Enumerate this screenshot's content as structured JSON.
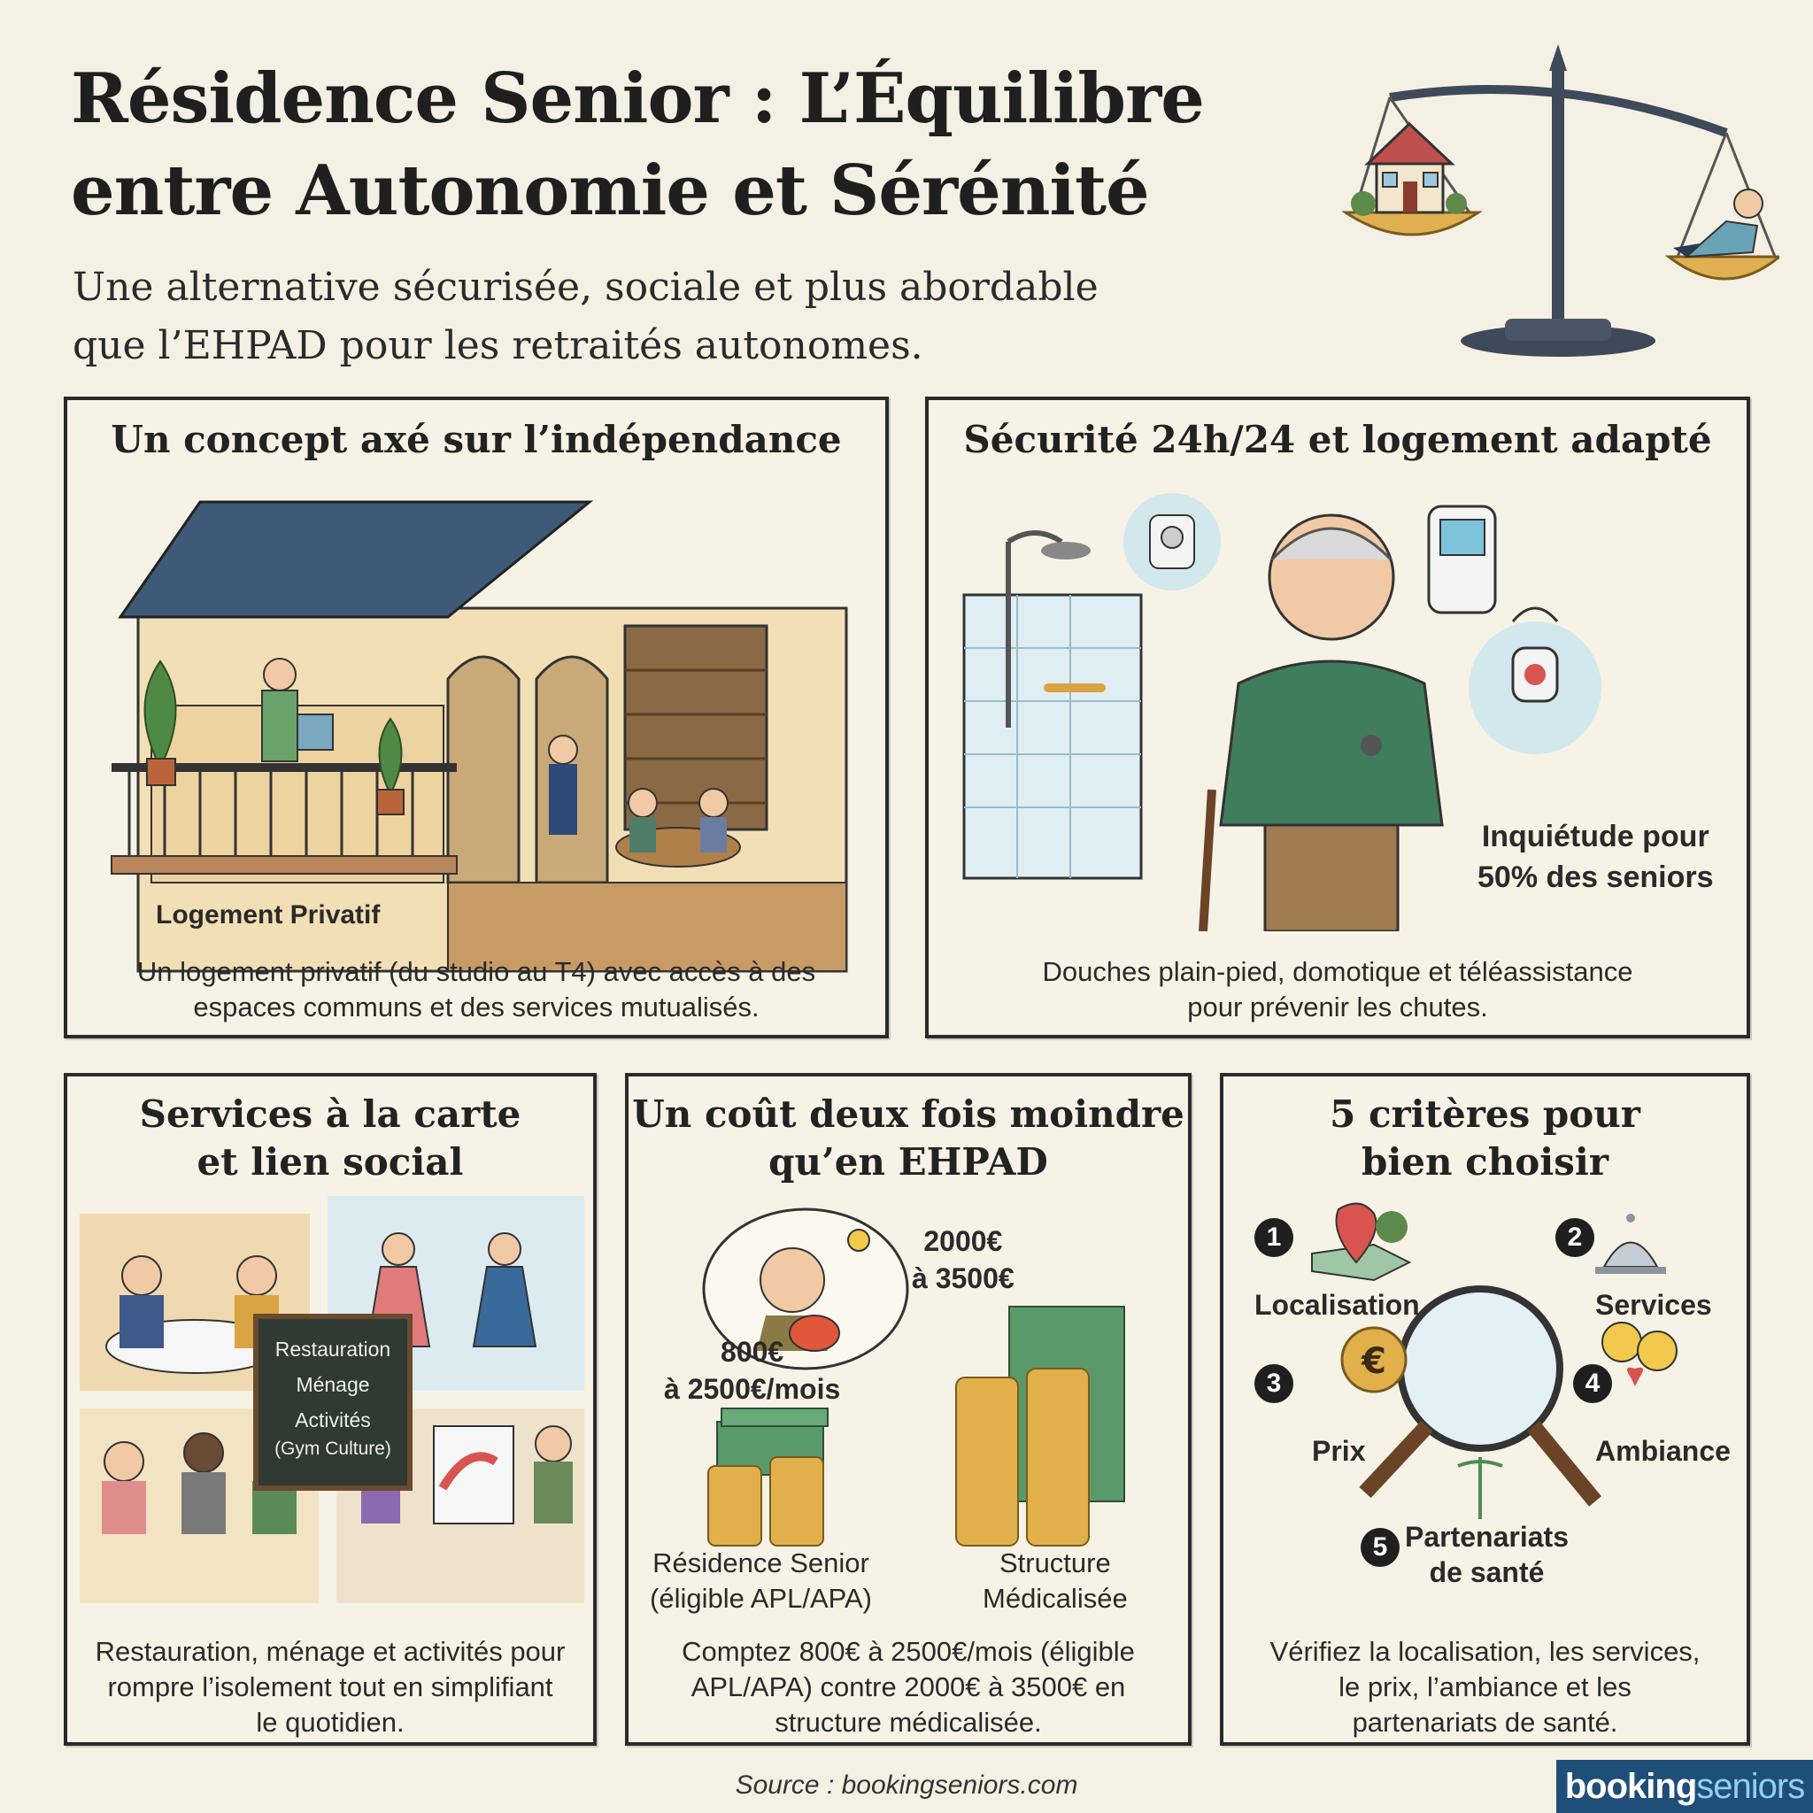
{
  "header": {
    "title_line1": "Résidence Senior : L’Équilibre",
    "title_line2": "entre Autonomie et Sérénité",
    "subtitle_line1": "Une alternative sécurisée, sociale et plus abordable",
    "subtitle_line2": "que l’EHPAD pour les retraités autonomes."
  },
  "panels": {
    "independance": {
      "title": "Un concept axé sur l’indépendance",
      "label": "Logement Privatif",
      "body_line1": "Un logement privatif (du studio au T4) avec accès à des",
      "body_line2": "espaces communs et des services mutualisés."
    },
    "securite": {
      "title": "Sécurité 24h/24 et logement adapté",
      "stat_line1": "Inquiétude pour",
      "stat_line2": "50% des seniors",
      "body_line1": "Douches plain-pied, domotique et téléassistance",
      "body_line2": "pour prévenir les chutes."
    },
    "services": {
      "title_line1": "Services à la carte",
      "title_line2": "et lien social",
      "board_line1": "Restauration",
      "board_line2": "Ménage",
      "board_line3": "Activités",
      "board_line4": "(Gym Culture)",
      "body_line1": "Restauration, ménage et activités pour",
      "body_line2": "rompre l’isolement tout en simplifiant",
      "body_line3": "le quotidien."
    },
    "cout": {
      "title_line1": "Un coût deux fois moindre",
      "title_line2": "qu’en EHPAD",
      "residence_price_line1": "800€",
      "residence_price_line2": "à 2500€/mois",
      "ehpad_price_line1": "2000€",
      "ehpad_price_line2": "à 3500€",
      "residence_label_line1": "Résidence Senior",
      "residence_label_line2": "(éligible APL/APA)",
      "ehpad_label_line1": "Structure",
      "ehpad_label_line2": "Médicalisée",
      "body_line1": "Comptez 800€ à 2500€/mois (éligible",
      "body_line2": "APL/APA) contre 2000€ à 3500€ en",
      "body_line3": "structure médicalisée."
    },
    "criteres": {
      "title_line1": "5 critères pour",
      "title_line2": "bien choisir",
      "items": [
        {
          "num": "1",
          "label": "Localisation"
        },
        {
          "num": "2",
          "label": "Services"
        },
        {
          "num": "3",
          "label": "Prix"
        },
        {
          "num": "4",
          "label": "Ambiance"
        },
        {
          "num": "5",
          "label_line1": "Partenariats",
          "label_line2": "de santé"
        }
      ],
      "body_line1": "Vérifiez la localisation, les services,",
      "body_line2": "le prix, l’ambiance et les",
      "body_line3": "partenariats de santé."
    }
  },
  "footer": {
    "source": "Source : bookingseniors.com",
    "brand_part1": "booking",
    "brand_part2": "seniors"
  },
  "colors": {
    "background": "#f5f0e4",
    "brand": "#1f4e78",
    "accent_green": "#3f7d5c",
    "accent_red": "#d9534f"
  }
}
